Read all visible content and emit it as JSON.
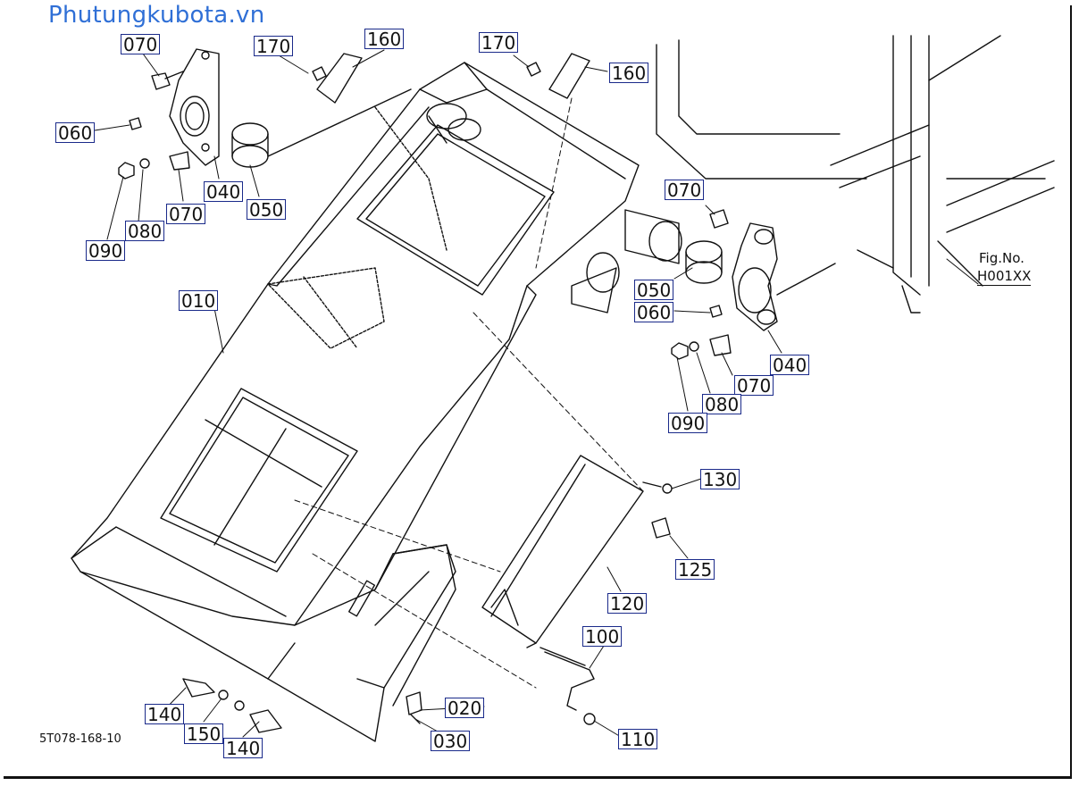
{
  "watermark": "Phutungkubota.vn",
  "drawing_code": "5T078-168-10",
  "figure": {
    "label": "Fig.No.",
    "number": "H001XX"
  },
  "callouts": [
    {
      "id": "070",
      "text": "070"
    },
    {
      "id": "170",
      "text": "170"
    },
    {
      "id": "160",
      "text": "160"
    },
    {
      "id": "170",
      "text": "170"
    },
    {
      "id": "160",
      "text": "160"
    },
    {
      "id": "060",
      "text": "060"
    },
    {
      "id": "040",
      "text": "040"
    },
    {
      "id": "050",
      "text": "050"
    },
    {
      "id": "070",
      "text": "070"
    },
    {
      "id": "080",
      "text": "080"
    },
    {
      "id": "090",
      "text": "090"
    },
    {
      "id": "010",
      "text": "010"
    },
    {
      "id": "070",
      "text": "070"
    },
    {
      "id": "050",
      "text": "050"
    },
    {
      "id": "060",
      "text": "060"
    },
    {
      "id": "040",
      "text": "040"
    },
    {
      "id": "070",
      "text": "070"
    },
    {
      "id": "080",
      "text": "080"
    },
    {
      "id": "090",
      "text": "090"
    },
    {
      "id": "130",
      "text": "130"
    },
    {
      "id": "125",
      "text": "125"
    },
    {
      "id": "120",
      "text": "120"
    },
    {
      "id": "100",
      "text": "100"
    },
    {
      "id": "020",
      "text": "020"
    },
    {
      "id": "030",
      "text": "030"
    },
    {
      "id": "110",
      "text": "110"
    },
    {
      "id": "140",
      "text": "140"
    },
    {
      "id": "150",
      "text": "150"
    },
    {
      "id": "140",
      "text": "140"
    }
  ]
}
